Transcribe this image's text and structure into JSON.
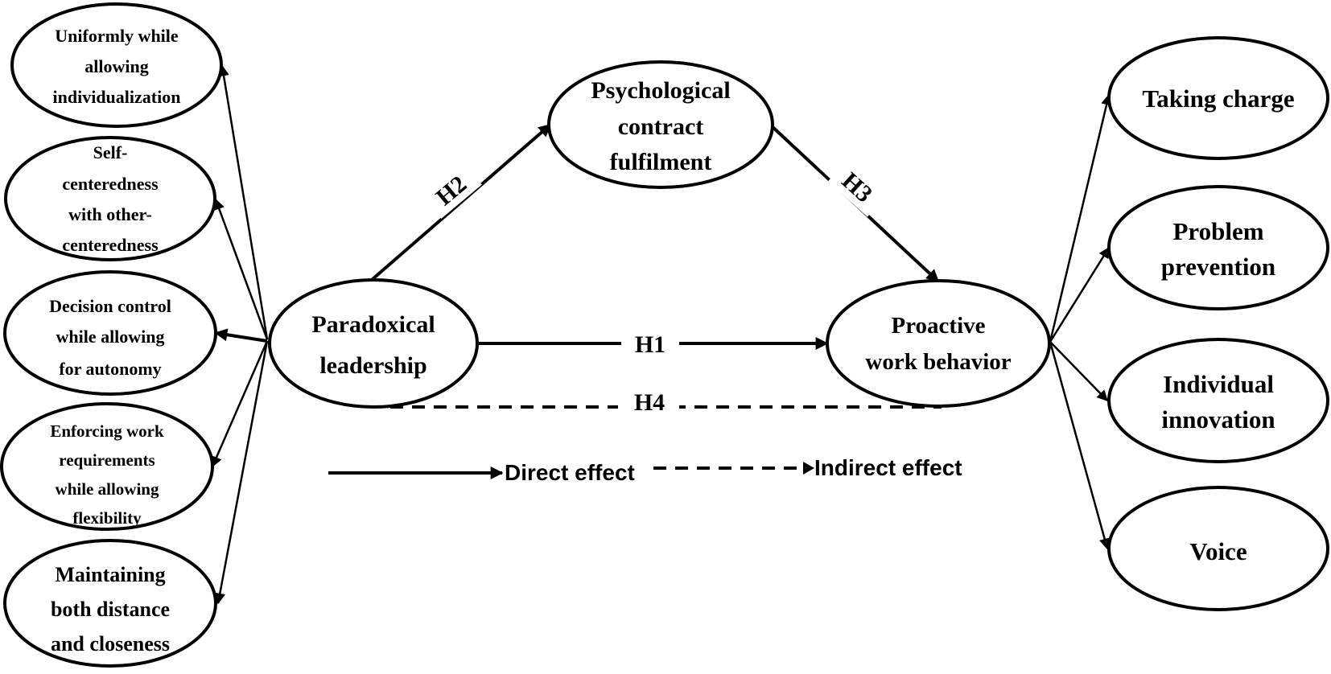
{
  "nodes": {
    "uniformly": [
      "Uniformly while",
      "allowing",
      "individualization"
    ],
    "self_centeredness": [
      "Self-",
      "centeredness",
      "with other-",
      "centeredness"
    ],
    "decision_control": [
      "Decision control",
      "while allowing",
      "for autonomy"
    ],
    "enforcing": [
      "Enforcing work",
      "requirements",
      "while allowing",
      "flexibility"
    ],
    "maintaining": [
      "Maintaining",
      "both distance",
      "and closeness"
    ],
    "psychological_contract": [
      "Psychological",
      "contract",
      "fulfilment"
    ],
    "paradoxical_leadership": [
      "Paradoxical",
      "leadership"
    ],
    "proactive_work_behavior": [
      "Proactive",
      "work behavior"
    ],
    "taking_charge": [
      "Taking charge"
    ],
    "problem_prevention": [
      "Problem",
      "prevention"
    ],
    "individual_innovation": [
      "Individual",
      "innovation"
    ],
    "voice": [
      "Voice"
    ]
  },
  "hypotheses": {
    "h1": "H1",
    "h2": "H2",
    "h3": "H3",
    "h4": "H4"
  },
  "legend": {
    "direct": "Direct effect",
    "indirect": "Indirect effect"
  }
}
